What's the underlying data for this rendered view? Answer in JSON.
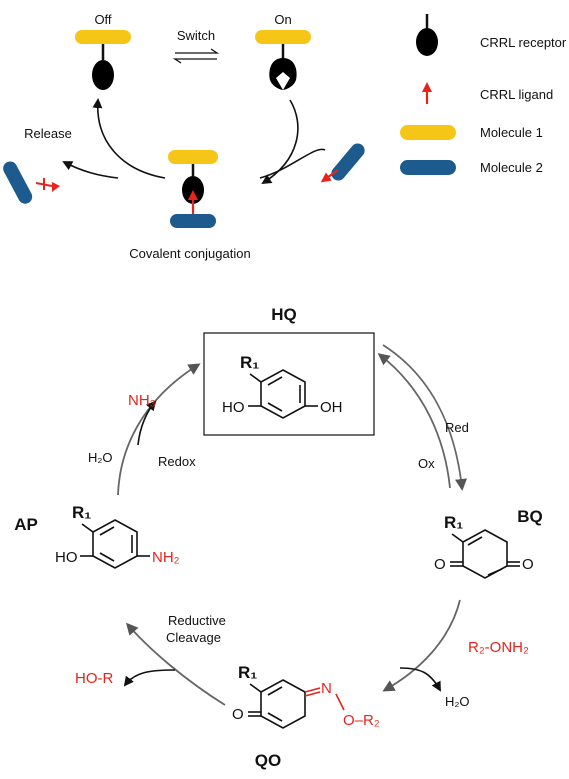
{
  "top": {
    "off_label": "Off",
    "on_label": "On",
    "switch_label": "Switch",
    "release_label": "Release",
    "conjugation_label": "Covalent conjugation"
  },
  "legend": {
    "receptor": "CRRL receptor",
    "ligand": "CRRL ligand",
    "molecule1": "Molecule 1",
    "molecule2": "Molecule 2"
  },
  "colors": {
    "molecule1": "#f5c518",
    "molecule2": "#1d5a8e",
    "ligand": "#e8231b",
    "receptor": "#000000"
  },
  "cycle": {
    "hq": "HQ",
    "bq": "BQ",
    "qo": "QO",
    "ap": "AP",
    "red": "Red",
    "ox": "Ox",
    "redox": "Redox",
    "h2o": "H₂O",
    "h2o_right": "H₂O",
    "nh3": "NH₃",
    "r2onh2": "R₂-ONH₂",
    "reductive": "Reductive",
    "cleavage": "Cleavage",
    "hor": "HO-R",
    "r1": "R₁",
    "ho": "HO",
    "oh": "OH",
    "o": "O",
    "nh2": "NH₂",
    "n": "N",
    "or2": "O–R₂"
  }
}
